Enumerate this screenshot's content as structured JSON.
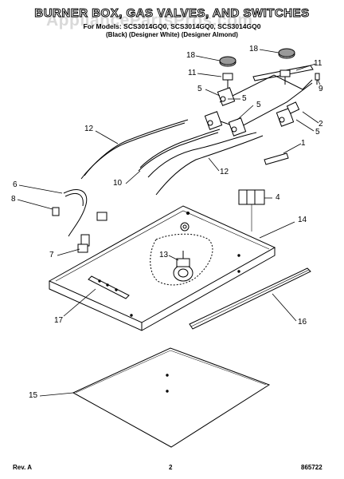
{
  "header": {
    "title": "BURNER BOX, GAS VALVES, AND SWITCHES",
    "subtitle": "For Models: SCS3014GQ0, SCS3014GQ0, SCS3014GQ0",
    "variants": "(Black)    (Designer White)    (Designer Almond)",
    "watermark": "AppliancePartsPros.com"
  },
  "callouts": {
    "c18a": "18",
    "c18b": "18",
    "c11a": "11",
    "c11b": "11",
    "c5a": "5",
    "c5b": "5",
    "c5c": "5",
    "c5d": "5",
    "c9": "9",
    "c2": "2",
    "c12a": "12",
    "c12b": "12",
    "c1": "1",
    "c10": "10",
    "c6": "6",
    "c8": "8",
    "c4": "4",
    "c14": "14",
    "c7": "7",
    "c13": "13",
    "c17": "17",
    "c16": "16",
    "c15": "15"
  },
  "footer": {
    "rev": "Rev. A",
    "page": "2",
    "part_number": "865722"
  }
}
